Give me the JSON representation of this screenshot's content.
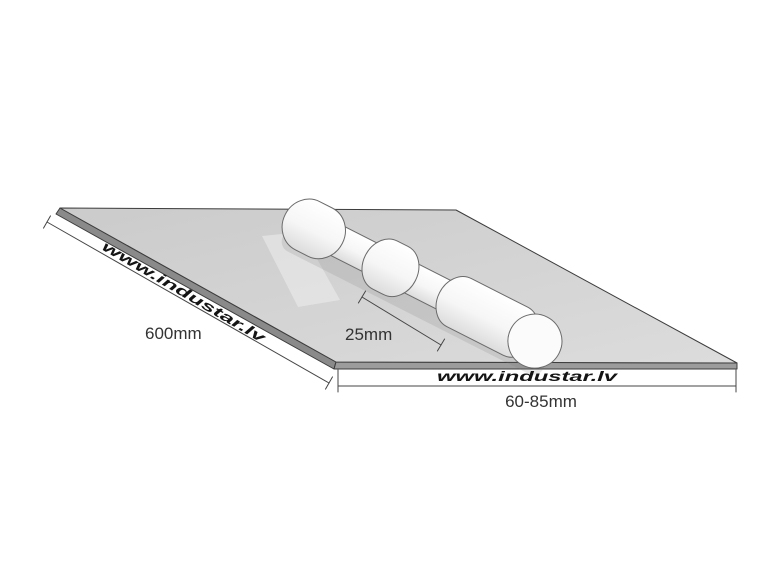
{
  "diagram": {
    "dimensions": {
      "length_label": "600mm",
      "spacing_label": "25mm",
      "width_label": "60-85mm"
    },
    "watermarks": {
      "side_text": "www.industar.lv",
      "front_text": "www.industar.lv"
    }
  }
}
